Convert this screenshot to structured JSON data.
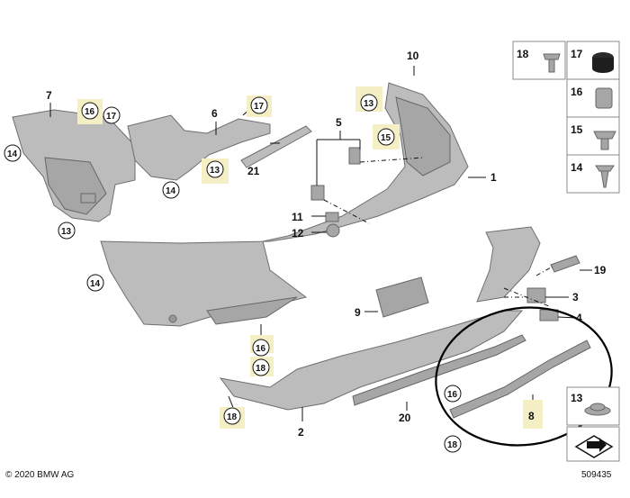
{
  "labels": {
    "p1": "1",
    "p2": "2",
    "p3": "3",
    "p4": "4",
    "p5": "5",
    "p6": "6",
    "p7": "7",
    "p8": "8",
    "p9": "9",
    "p10": "10",
    "p11": "11",
    "p12": "12",
    "p19": "19",
    "p20": "20",
    "p21": "21",
    "c13a": "13",
    "c13b": "13",
    "c13c": "13",
    "c14a": "14",
    "c14b": "14",
    "c14c": "14",
    "c15": "15",
    "c16a": "16",
    "c16b": "16",
    "c16c": "16",
    "c17a": "17",
    "c17b": "17",
    "c18a": "18",
    "c18b": "18",
    "c18c": "18"
  },
  "legend": [
    "18",
    "17",
    "16",
    "15",
    "14",
    "13"
  ],
  "footer": {
    "copyright": "© 2020 BMW AG",
    "diagram_number": "509435"
  },
  "colors": {
    "part_fill": "#bcbcbc",
    "highlight_tab": "#f4efc4"
  }
}
